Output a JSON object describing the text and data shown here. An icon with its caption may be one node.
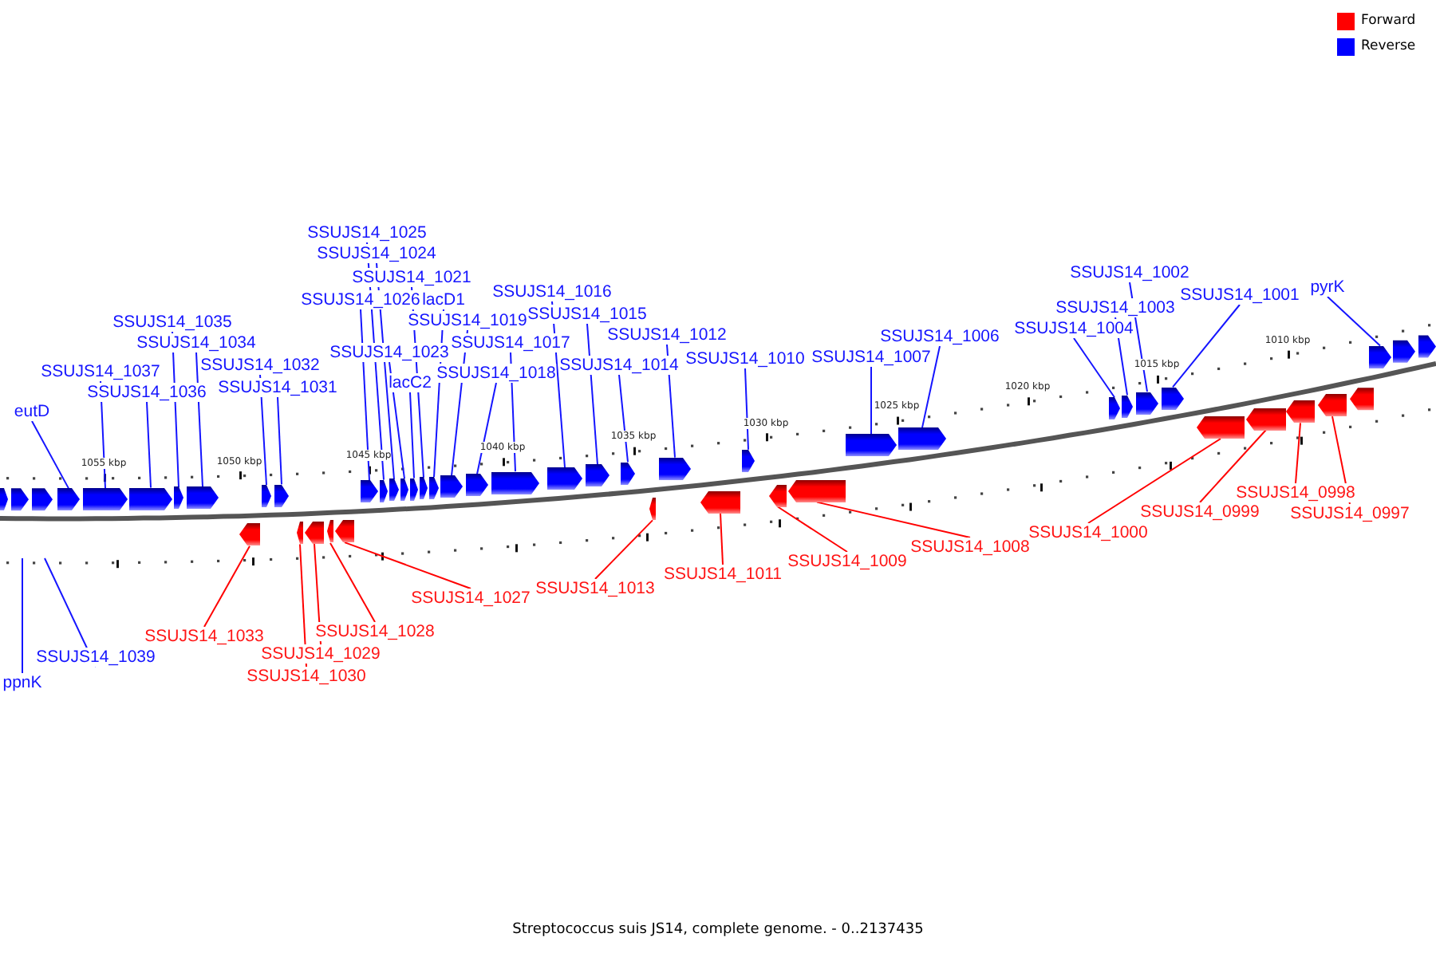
{
  "diagram": {
    "caption": "Streptococcus suis JS14, complete genome. - 0..2137435",
    "nodes": [
      {
        "text": [
          "eutD"
        ]
      },
      {
        "text": [],
        "shape": "arrow"
      },
      {
        "text": [
          "SSUJS14_1037"
        ]
      },
      {
        "text": [],
        "shape": "arrow"
      },
      {
        "text": [
          "SSUJS14_1036"
        ]
      },
      {
        "text": [],
        "shape": "arrow"
      },
      {
        "text": [
          "SSUJS14_1035"
        ]
      },
      {
        "text": [],
        "shape": "arrow"
      },
      {
        "text": [
          "SSUJS14_1034"
        ]
      },
      {
        "text": [],
        "shape": "arrow"
      },
      {
        "text": [
          "SSUJS14_1032"
        ]
      },
      {
        "text": [],
        "shape": "arrow"
      },
      {
        "text": [
          "SSUJS14_1031"
        ]
      },
      {
        "text": [],
        "shape": "arrow"
      },
      {
        "text": [
          "SSUJS14_1026"
        ]
      },
      {
        "text": [],
        "shape": "arrow"
      },
      {
        "text": [
          "SSUJS14_1025"
        ]
      },
      {
        "text": [],
        "shape": "arrow"
      },
      {
        "text": [
          "SSUJS14_1024"
        ]
      },
      {
        "text": [],
        "shape": "arrow"
      },
      {
        "text": [
          "SSUJS14_1023"
        ]
      },
      {
        "text": [],
        "shape": "arrow"
      },
      {
        "text": [
          "lacC2"
        ]
      },
      {
        "text": [],
        "shape": "arrow"
      },
      {
        "text": [
          "SSUJS14_1021"
        ]
      },
      {
        "text": [],
        "shape": "arrow"
      },
      {
        "text": [
          "lacD1"
        ]
      },
      {
        "text": [],
        "shape": "arrow"
      },
      {
        "text": [
          "SSUJS14_1019"
        ]
      },
      {
        "text": [],
        "shape": "arrow"
      },
      {
        "text": [
          "SSUJS14_1018"
        ]
      },
      {
        "text": [],
        "shape": "arrow"
      },
      {
        "text": [
          "SSUJS14_1017"
        ]
      },
      {
        "text": [],
        "shape": "arrow"
      },
      {
        "text": [
          "SSUJS14_1016"
        ]
      },
      {
        "text": [],
        "shape": "arrow"
      },
      {
        "text": [
          "SSUJS14_1015"
        ]
      },
      {
        "text": [],
        "shape": "arrow"
      },
      {
        "text": [
          "SSUJS14_1014"
        ]
      },
      {
        "text": [],
        "shape": "arrow"
      },
      {
        "text": [
          "SSUJS14_1012"
        ]
      },
      {
        "text": [],
        "shape": "arrow"
      },
      {
        "text": [
          "SSUJS14_1010"
        ]
      },
      {
        "text": [],
        "shape": "arrow"
      },
      {
        "text": [
          "SSUJS14_1007"
        ]
      },
      {
        "text": [],
        "shape": "arrow"
      },
      {
        "text": [
          "SSUJS14_1006"
        ]
      },
      {
        "text": [],
        "shape": "arrow"
      },
      {
        "text": [
          "SSUJS14_1004"
        ]
      },
      {
        "text": [],
        "shape": "arrow"
      },
      {
        "text": [
          "SSUJS14_1003"
        ]
      },
      {
        "text": [],
        "shape": "arrow"
      },
      {
        "text": [
          "SSUJS14_1002"
        ]
      },
      {
        "text": [],
        "shape": "arrow"
      },
      {
        "text": [
          "SSUJS14_1001"
        ]
      },
      {
        "text": [],
        "shape": "arrow"
      },
      {
        "text": [
          "pyrK"
        ]
      },
      {
        "text": [],
        "shape": "arrow"
      },
      {
        "text": [
          "ppnK"
        ]
      },
      {
        "text": [
          "SSUJS14_1039"
        ]
      },
      {
        "text": [
          "SSUJS14_1033"
        ]
      },
      {
        "text": [],
        "shape": "arrow"
      },
      {
        "text": [
          "SSUJS14_1030"
        ]
      },
      {
        "text": [],
        "shape": "arrow"
      },
      {
        "text": [
          "SSUJS14_1029"
        ]
      },
      {
        "text": [],
        "shape": "arrow"
      },
      {
        "text": [
          "SSUJS14_1028"
        ]
      },
      {
        "text": [],
        "shape": "arrow"
      },
      {
        "text": [
          "SSUJS14_1027"
        ]
      },
      {
        "text": [],
        "shape": "arrow"
      },
      {
        "text": [
          "SSUJS14_1013"
        ]
      },
      {
        "text": [],
        "shape": "arrow"
      },
      {
        "text": [
          "SSUJS14_1011"
        ]
      },
      {
        "text": [],
        "shape": "arrow"
      },
      {
        "text": [
          "SSUJS14_1009"
        ]
      },
      {
        "text": [],
        "shape": "arrow"
      },
      {
        "text": [
          "SSUJS14_1008"
        ]
      },
      {
        "text": [],
        "shape": "arrow"
      },
      {
        "text": [
          "SSUJS14_1000"
        ]
      },
      {
        "text": [],
        "shape": "arrow"
      },
      {
        "text": [
          "SSUJS14_0999"
        ]
      },
      {
        "text": [],
        "shape": "arrow"
      },
      {
        "text": [
          "SSUJS14_0998"
        ]
      },
      {
        "text": [],
        "shape": "arrow"
      },
      {
        "text": [
          "SSUJS14_0997"
        ]
      },
      {
        "text": [],
        "shape": "arrow"
      }
    ],
    "edges": [
      {
        "from": 0,
        "to": 1,
        "arrow": "none"
      },
      {
        "from": 2,
        "to": 3,
        "arrow": "none"
      },
      {
        "from": 4,
        "to": 5,
        "arrow": "none"
      },
      {
        "from": 6,
        "to": 7,
        "arrow": "none"
      },
      {
        "from": 8,
        "to": 9,
        "arrow": "none"
      },
      {
        "from": 10,
        "to": 11,
        "arrow": "none"
      },
      {
        "from": 12,
        "to": 13,
        "arrow": "none"
      },
      {
        "from": 14,
        "to": 15,
        "arrow": "none"
      },
      {
        "from": 16,
        "to": 17,
        "arrow": "none"
      },
      {
        "from": 18,
        "to": 19,
        "arrow": "none"
      },
      {
        "from": 20,
        "to": 21,
        "arrow": "none"
      },
      {
        "from": 22,
        "to": 23,
        "arrow": "none"
      },
      {
        "from": 24,
        "to": 25,
        "arrow": "none"
      },
      {
        "from": 26,
        "to": 27,
        "arrow": "none"
      },
      {
        "from": 28,
        "to": 29,
        "arrow": "none"
      },
      {
        "from": 30,
        "to": 31,
        "arrow": "none"
      },
      {
        "from": 32,
        "to": 33,
        "arrow": "none"
      },
      {
        "from": 34,
        "to": 35,
        "arrow": "none"
      },
      {
        "from": 36,
        "to": 37,
        "arrow": "none"
      },
      {
        "from": 38,
        "to": 39,
        "arrow": "none"
      },
      {
        "from": 40,
        "to": 41,
        "arrow": "none"
      },
      {
        "from": 42,
        "to": 43,
        "arrow": "none"
      },
      {
        "from": 44,
        "to": 45,
        "arrow": "none"
      },
      {
        "from": 46,
        "to": 47,
        "arrow": "none"
      },
      {
        "from": 48,
        "to": 49,
        "arrow": "none"
      },
      {
        "from": 50,
        "to": 51,
        "arrow": "none"
      },
      {
        "from": 52,
        "to": 53,
        "arrow": "none"
      },
      {
        "from": 54,
        "to": 55,
        "arrow": "none"
      },
      {
        "from": 56,
        "to": 57,
        "arrow": "none"
      },
      {
        "from": 58,
        "to": null,
        "arrow": "none"
      },
      {
        "from": 59,
        "to": null,
        "arrow": "none"
      },
      {
        "from": 60,
        "to": 61,
        "arrow": "none",
        "color": "#ff0000"
      },
      {
        "from": 62,
        "to": 63,
        "arrow": "none",
        "color": "#ff0000"
      },
      {
        "from": 64,
        "to": 65,
        "arrow": "none",
        "color": "#ff0000"
      },
      {
        "from": 66,
        "to": 67,
        "arrow": "none",
        "color": "#ff0000"
      },
      {
        "from": 68,
        "to": 69,
        "arrow": "none",
        "color": "#ff0000"
      },
      {
        "from": 70,
        "to": 71,
        "arrow": "none",
        "color": "#ff0000"
      },
      {
        "from": 72,
        "to": 73,
        "arrow": "none",
        "color": "#ff0000"
      },
      {
        "from": 74,
        "to": 75,
        "arrow": "none",
        "color": "#ff0000"
      },
      {
        "from": 76,
        "to": 77,
        "arrow": "none",
        "color": "#ff0000"
      },
      {
        "from": 78,
        "to": 79,
        "arrow": "none",
        "color": "#ff0000"
      },
      {
        "from": 80,
        "to": 81,
        "arrow": "none",
        "color": "#ff0000"
      },
      {
        "from": 82,
        "to": 83,
        "arrow": "none",
        "color": "#ff0000"
      },
      {
        "from": 84,
        "to": 85,
        "arrow": "none",
        "color": "#ff0000"
      }
    ],
    "labels": [
      "1055 kbp",
      "1050 kbp",
      "1045 kbp",
      "1040 kbp",
      "1035 kbp",
      "1030 kbp",
      "1025 kbp",
      "1020 kbp",
      "1015 kbp",
      "1010 kbp"
    ],
    "legend": [
      {
        "text": "Forward",
        "color": "#ff0000"
      },
      {
        "text": "Reverse",
        "color": "#0000ff"
      }
    ]
  }
}
